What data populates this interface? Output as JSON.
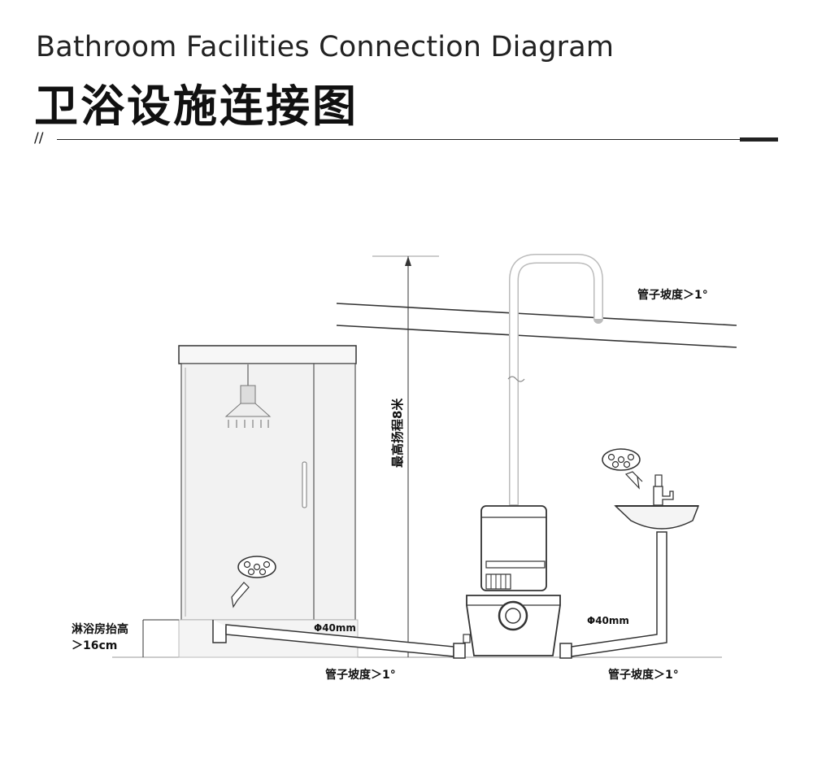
{
  "header": {
    "title_en": "Bathroom Facilities Connection Diagram",
    "title_zh": "卫浴设施连接图",
    "divider_mark": "//"
  },
  "labels": {
    "slope_top": "管子坡度＞1°",
    "max_head": "最高扬程8米",
    "shower_raise_line1": "淋浴房抬高",
    "shower_raise_line2": "＞16cm",
    "pipe_dia_left": "Φ40mm",
    "pipe_dia_right": "Φ40mm",
    "slope_bottom_left": "管子坡度＞1°",
    "slope_bottom_right": "管子坡度＞1°"
  },
  "colors": {
    "line": "#333333",
    "pipe_light": "#bbbbbb",
    "fill": "#f2f2f2"
  }
}
